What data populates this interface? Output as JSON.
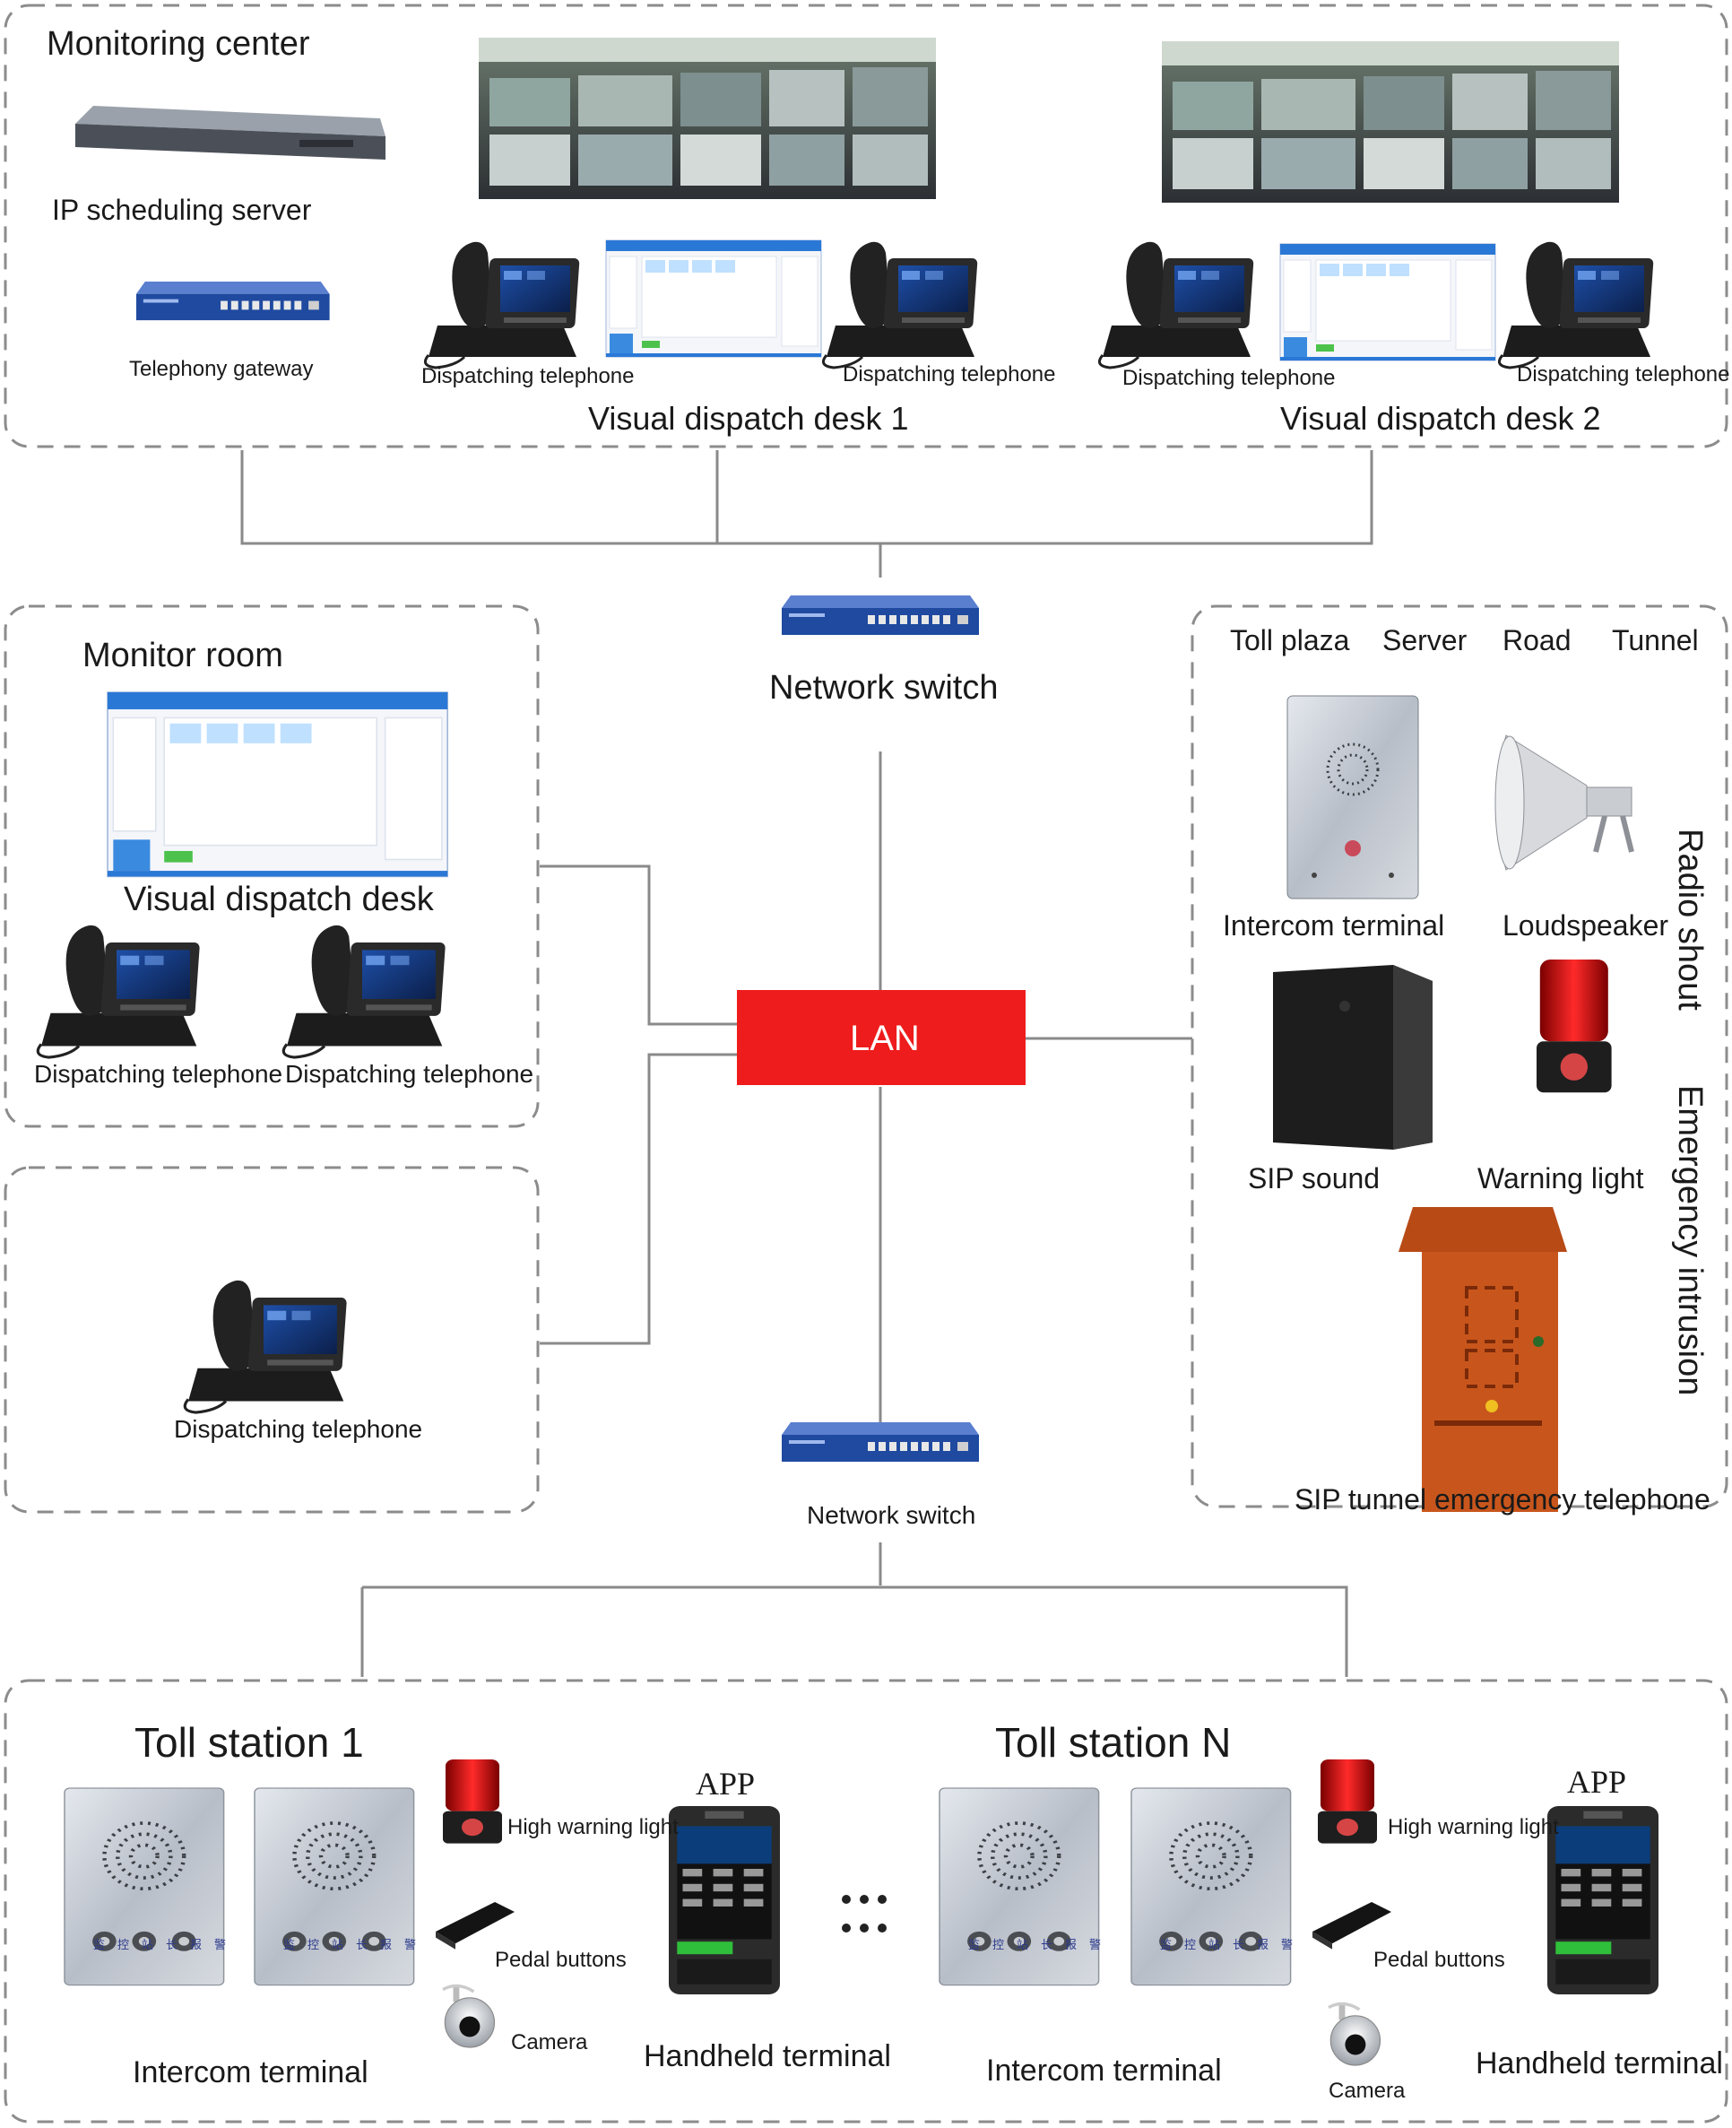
{
  "monitoring_center": {
    "title": "Monitoring center",
    "server_label": "IP scheduling server",
    "gateway_label": "Telephony gateway",
    "desk1": {
      "title": "Visual dispatch desk 1",
      "phone_left": "Dispatching telephone",
      "phone_right": "Dispatching telephone"
    },
    "desk2": {
      "title": "Visual dispatch desk 2",
      "phone_left": "Dispatching telephone",
      "phone_right": "Dispatching telephone"
    }
  },
  "network_switch_top": "Network switch",
  "lan_label": "LAN",
  "network_switch_bottom": "Network switch",
  "monitor_room": {
    "title": "Monitor room",
    "desk_label": "Visual dispatch desk",
    "phone1": "Dispatching telephone",
    "phone2": "Dispatching telephone"
  },
  "standalone_phone": "Dispatching telephone",
  "field_devices": {
    "locations": [
      "Toll plaza",
      "Server",
      "Road",
      "Tunnel"
    ],
    "intercom": "Intercom terminal",
    "loudspeaker": "Loudspeaker",
    "sip_sound": "SIP sound",
    "warning_light": "Warning light",
    "tunnel_phone": "SIP tunnel emergency  telephone",
    "side_label_1": "Radio shout",
    "side_label_2": "Emergency intrusion"
  },
  "toll_station_1": {
    "title": "Toll station 1",
    "intercom": "Intercom terminal",
    "warning_light": "High warning light",
    "pedal": "Pedal buttons",
    "camera": "Camera",
    "app": "APP",
    "handheld": "Handheld terminal"
  },
  "toll_station_n": {
    "title": "Toll station N",
    "intercom": "Intercom terminal",
    "warning_light": "High warning light",
    "pedal": "Pedal buttons",
    "camera": "Camera",
    "app": "APP",
    "handheld": "Handheld terminal"
  },
  "panel_buttons": [
    "监控",
    "站长",
    "报警"
  ],
  "colors": {
    "lan": "#ee1c1c",
    "switch": "#1f4aa0",
    "line": "#8a8a8a",
    "border": "#8c8c8c",
    "tunnel_phone": "#c8561c"
  }
}
